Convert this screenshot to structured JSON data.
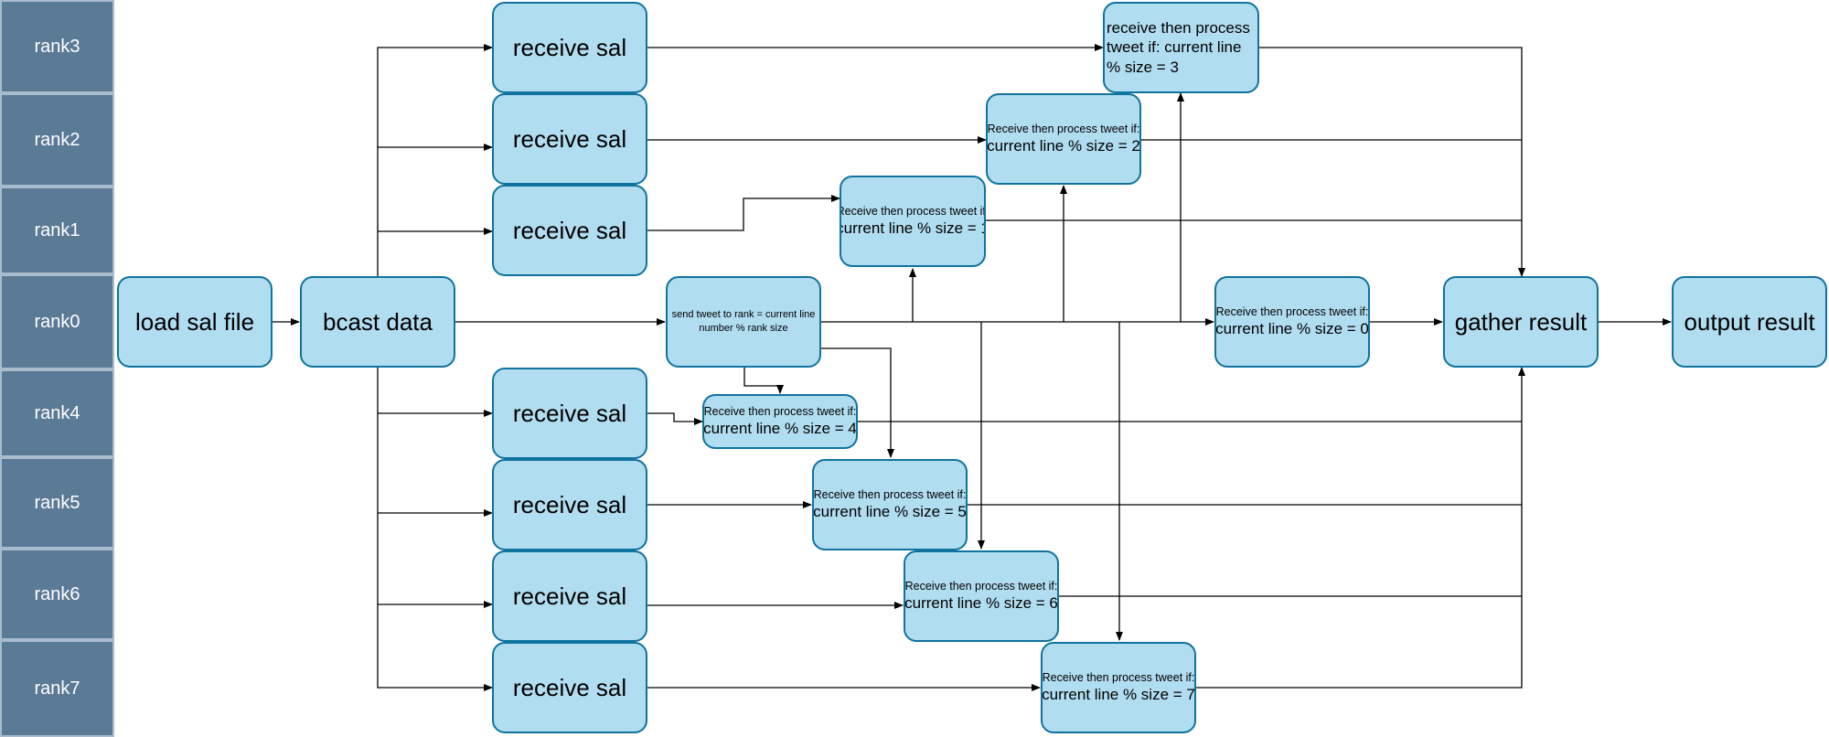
{
  "ranks": [
    "rank3",
    "rank2",
    "rank1",
    "rank0",
    "rank4",
    "rank5",
    "rank6",
    "rank7"
  ],
  "nodes": {
    "load": "load sal file",
    "bcast": "bcast data",
    "recv_label": "receive sal",
    "send": "send tweet to rank =  current line number % rank size",
    "proc3": "receive then process tweet if: current line %  size = 3",
    "proc_prefix": "Receive then process tweet if:",
    "proc_cond": [
      "current line %  size = 0",
      "current line %  size = 1",
      "current line %  size = 2",
      "current line %  size = 4",
      "current line %  size = 5",
      "current line %  size = 6",
      "current line %  size = 7"
    ],
    "gather": "gather result",
    "output": "output result"
  },
  "colors": {
    "rank_fill": "#5b7a96",
    "node_fill": "#b1ddf0",
    "node_stroke": "#10739e",
    "edge": "#000000"
  }
}
